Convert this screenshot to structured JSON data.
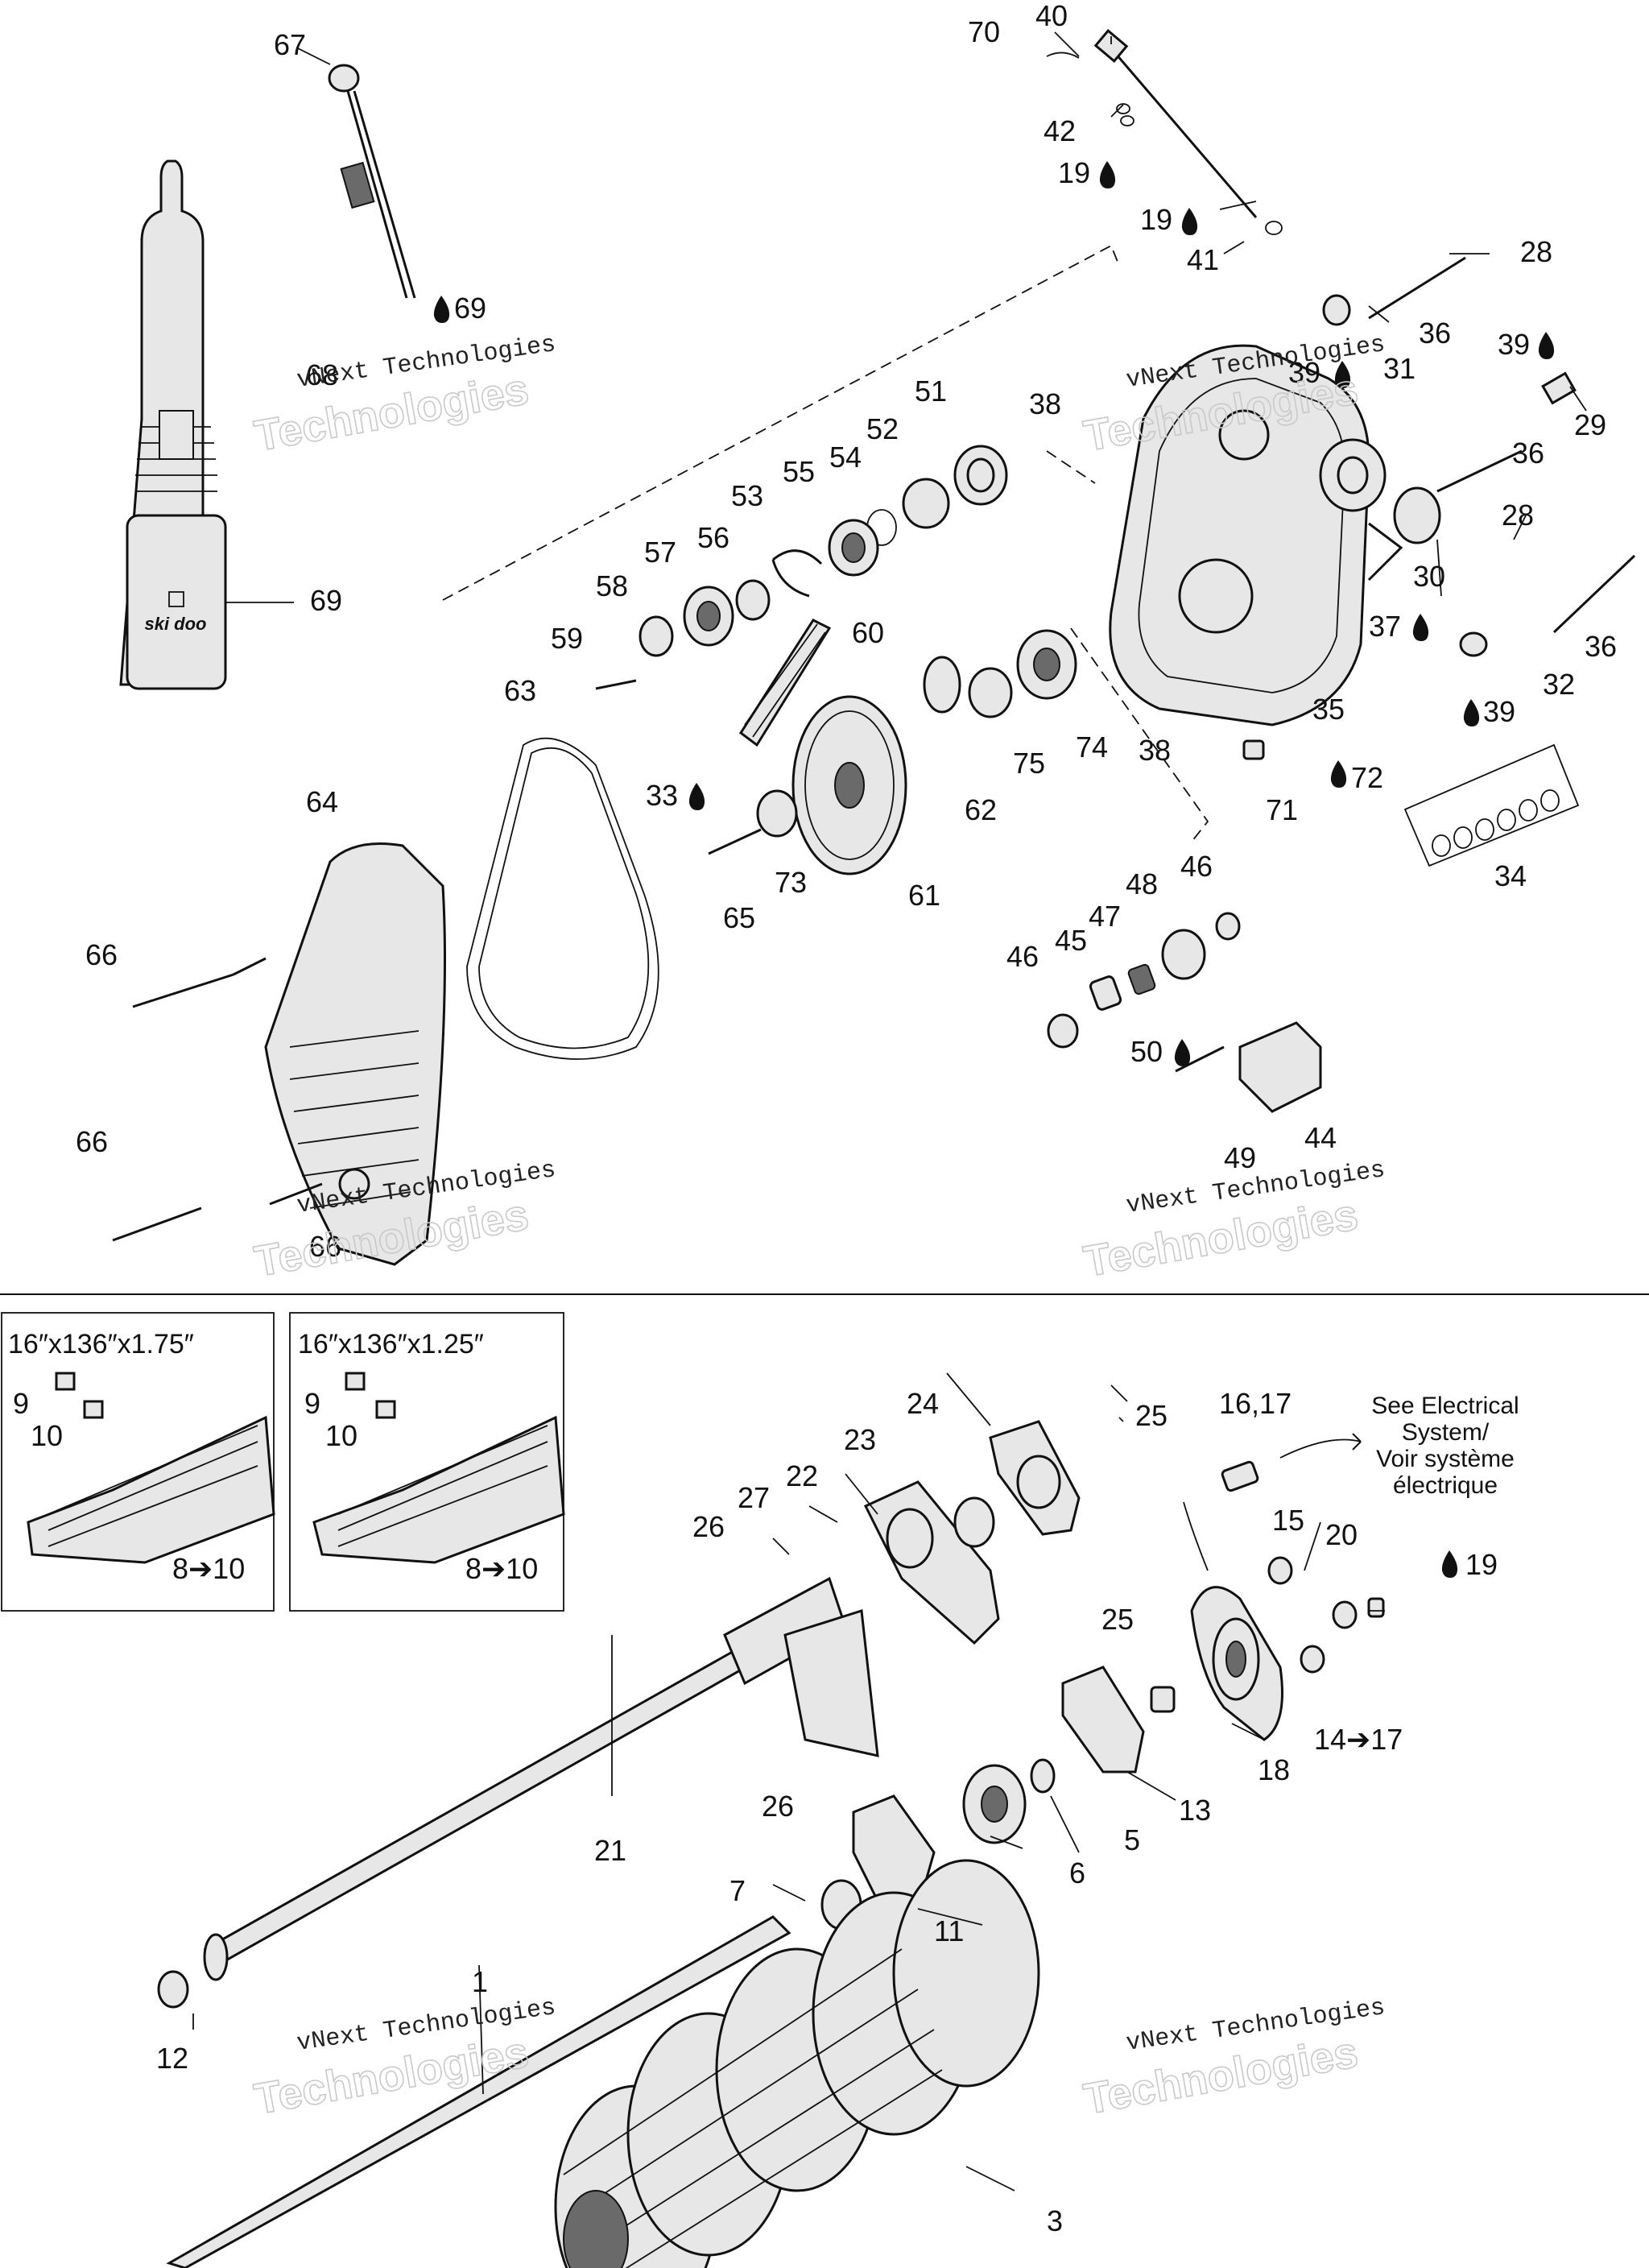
{
  "watermark": {
    "line1": "vNext Technologies",
    "line2": "Technologies"
  },
  "callouts": {
    "c67": "67",
    "c70": "70",
    "c40": "40",
    "c42": "42",
    "c19a": "19",
    "c19b": "19",
    "c41": "41",
    "c28a": "28",
    "c36a": "36",
    "c31": "31",
    "c39a": "39",
    "c39b": "39",
    "c29": "29",
    "c36b": "36",
    "c28b": "28",
    "c30": "30",
    "c69a": "69",
    "c68": "68",
    "c69b": "69",
    "c51": "51",
    "c52": "52",
    "c38a": "38",
    "c53": "53",
    "c54": "54",
    "c55": "55",
    "c56": "56",
    "c57": "57",
    "c58": "58",
    "c59": "59",
    "c60": "60",
    "c37": "37",
    "c36c": "36",
    "c32": "32",
    "c35": "35",
    "c39c": "39",
    "c63": "63",
    "c74": "74",
    "c75": "75",
    "c38b": "38",
    "c71": "71",
    "c72": "72",
    "c64": "64",
    "c33": "33",
    "c62": "62",
    "c73": "73",
    "c61": "61",
    "c65": "65",
    "c34": "34",
    "c48": "48",
    "c46a": "46",
    "c47": "47",
    "c45": "45",
    "c46b": "46",
    "c66a": "66",
    "c50": "50",
    "c44": "44",
    "c49": "49",
    "c66b": "66",
    "c66c": "66",
    "c24": "24",
    "c25a": "25",
    "c1617": "16,17",
    "c23": "23",
    "c22": "22",
    "c27": "27",
    "c26a": "26",
    "c15": "15",
    "c20": "20",
    "c19c": "19",
    "c25b": "25",
    "c1417": "14➔17",
    "c18": "18",
    "c26b": "26",
    "c13": "13",
    "c5": "5",
    "c21": "21",
    "c6": "6",
    "c7": "7",
    "c11": "11",
    "c1": "1",
    "c12": "12",
    "c3": "3",
    "c9a": "9",
    "c10a": "10",
    "c810a": "8➔10",
    "c9b": "9",
    "c10b": "10",
    "c810b": "8➔10"
  },
  "track_boxes": [
    {
      "title": "16″x136″x1.75″"
    },
    {
      "title": "16″x136″x1.25″"
    }
  ],
  "electrical_note": {
    "line1": "See Electrical",
    "line2": "System/",
    "line3": "Voir système",
    "line4": "électrique"
  },
  "bottle_brand": "ski doo"
}
